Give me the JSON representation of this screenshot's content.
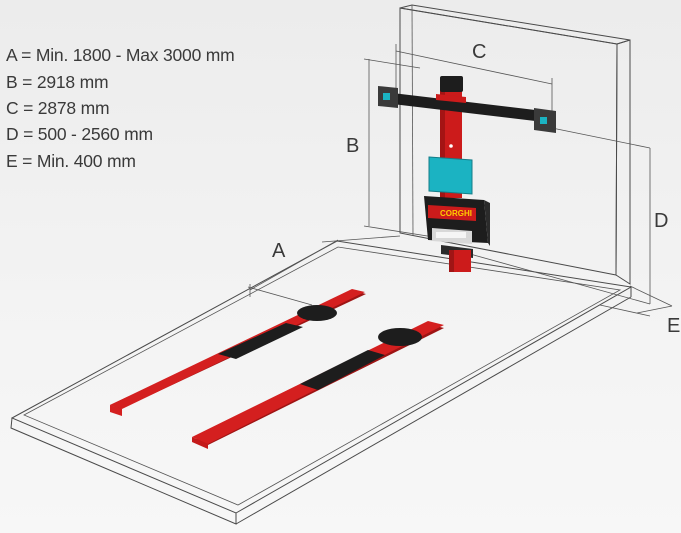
{
  "specs": [
    {
      "id": "a",
      "text": "A = Min. 1800 - Max 3000 mm"
    },
    {
      "id": "b",
      "text": "B = 2918 mm"
    },
    {
      "id": "c",
      "text": "C = 2878 mm"
    },
    {
      "id": "d",
      "text": "D = 500 - 2560 mm"
    },
    {
      "id": "e",
      "text": "E = Min. 400 mm"
    }
  ],
  "dimension_labels": {
    "a": "A",
    "b": "B",
    "c": "C",
    "d": "D",
    "e": "E"
  },
  "brand": {
    "logo_text": "CORGHI"
  },
  "colors": {
    "ramp_red": "#d41f1f",
    "ramp_red_dark": "#9e1414",
    "turntable_black": "#1d1d1d",
    "column_red": "#cc1b1b",
    "monitor_teal": "#1bb3c2",
    "wire_gray": "#4a4a4a",
    "logo_yellow": "#ffcc00"
  }
}
